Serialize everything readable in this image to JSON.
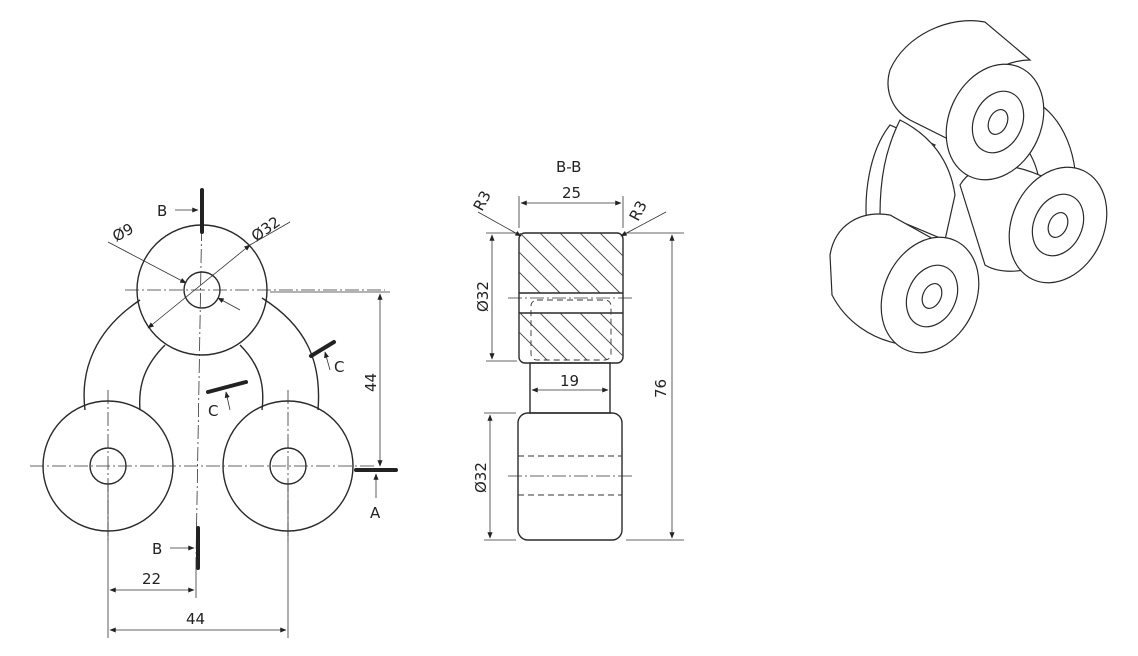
{
  "front_view": {
    "cut_label_top": "B",
    "cut_label_bottom": "B",
    "cut_label_a": "A",
    "cut_label_c_left": "C",
    "cut_label_c_right": "C",
    "dia_hole": "Ø9",
    "dia_boss": "Ø32",
    "dim_vertical": "44",
    "dim_half_spacing": "22",
    "dim_spacing": "44"
  },
  "section_view": {
    "title": "B-B",
    "radius_left": "R3",
    "radius_right": "R3",
    "width_top": "25",
    "width_neck": "19",
    "dia_top": "Ø32",
    "dia_bottom": "Ø32",
    "height_total": "76"
  },
  "colors": {
    "line": "#2a2a2a",
    "paper": "#ffffff"
  }
}
